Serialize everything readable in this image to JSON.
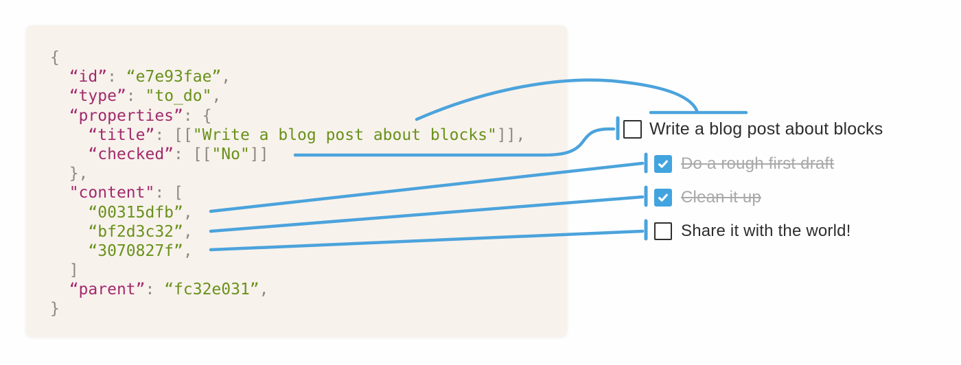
{
  "colors": {
    "accent_blue": "#4BA3DC",
    "checkbox_blue": "#42A4DF",
    "panel_bg": "#F8F2EC",
    "code_key": "#A12A6D",
    "code_string": "#68911B",
    "code_punct": "#8E887F",
    "todo_text": "#2D2D2D",
    "todo_done_text": "#A9A9A9",
    "checkbox_border": "#2E2E2E",
    "page_bg": "#FEFEFE"
  },
  "code_panel": {
    "language": "json",
    "lines": [
      {
        "segments": [
          {
            "t": "{",
            "c": "punc"
          }
        ]
      },
      {
        "segments": [
          {
            "t": "  ",
            "c": "punc"
          },
          {
            "t": "“id”",
            "c": "key"
          },
          {
            "t": ": ",
            "c": "punc"
          },
          {
            "t": "“e7e93fae”",
            "c": "str"
          },
          {
            "t": ",",
            "c": "punc"
          }
        ]
      },
      {
        "segments": [
          {
            "t": "  ",
            "c": "punc"
          },
          {
            "t": "“type”",
            "c": "key"
          },
          {
            "t": ": ",
            "c": "punc"
          },
          {
            "t": "\"to_do\"",
            "c": "str"
          },
          {
            "t": ",",
            "c": "punc"
          }
        ]
      },
      {
        "segments": [
          {
            "t": "  ",
            "c": "punc"
          },
          {
            "t": "“properties”",
            "c": "key"
          },
          {
            "t": ": {",
            "c": "punc"
          }
        ]
      },
      {
        "segments": [
          {
            "t": "    ",
            "c": "punc"
          },
          {
            "t": "“title”",
            "c": "key"
          },
          {
            "t": ": [[",
            "c": "punc"
          },
          {
            "t": "\"Write a blog post about blocks\"",
            "c": "str"
          },
          {
            "t": "]],",
            "c": "punc"
          }
        ]
      },
      {
        "segments": [
          {
            "t": "    ",
            "c": "punc"
          },
          {
            "t": "“checked”",
            "c": "key"
          },
          {
            "t": ": [[",
            "c": "punc"
          },
          {
            "t": "\"No\"",
            "c": "str"
          },
          {
            "t": "]]",
            "c": "punc"
          }
        ]
      },
      {
        "segments": [
          {
            "t": "  },",
            "c": "punc"
          }
        ]
      },
      {
        "segments": [
          {
            "t": "  ",
            "c": "punc"
          },
          {
            "t": "\"content\"",
            "c": "key"
          },
          {
            "t": ": [",
            "c": "punc"
          }
        ]
      },
      {
        "segments": [
          {
            "t": "    ",
            "c": "punc"
          },
          {
            "t": "“00315dfb”",
            "c": "str"
          },
          {
            "t": ",",
            "c": "punc"
          }
        ]
      },
      {
        "segments": [
          {
            "t": "    ",
            "c": "punc"
          },
          {
            "t": "“bf2d3c32”",
            "c": "str"
          },
          {
            "t": ",",
            "c": "punc"
          }
        ]
      },
      {
        "segments": [
          {
            "t": "    ",
            "c": "punc"
          },
          {
            "t": "“3070827f”",
            "c": "str"
          },
          {
            "t": ",",
            "c": "punc"
          }
        ]
      },
      {
        "segments": [
          {
            "t": "  ]",
            "c": "punc"
          }
        ]
      },
      {
        "segments": [
          {
            "t": "  ",
            "c": "punc"
          },
          {
            "t": "“parent”",
            "c": "key"
          },
          {
            "t": ": ",
            "c": "punc"
          },
          {
            "t": "“fc32e031”",
            "c": "str"
          },
          {
            "t": ",",
            "c": "punc"
          }
        ]
      },
      {
        "segments": [
          {
            "t": "}",
            "c": "punc"
          }
        ]
      }
    ]
  },
  "todo_list": {
    "items": [
      {
        "label": "Write a blog post about blocks",
        "checked": false,
        "indent": 0
      },
      {
        "label": "Do a rough first draft",
        "checked": true,
        "indent": 1
      },
      {
        "label": "Clean it up",
        "checked": true,
        "indent": 1
      },
      {
        "label": "Share it with the world!",
        "checked": false,
        "indent": 1
      }
    ]
  }
}
